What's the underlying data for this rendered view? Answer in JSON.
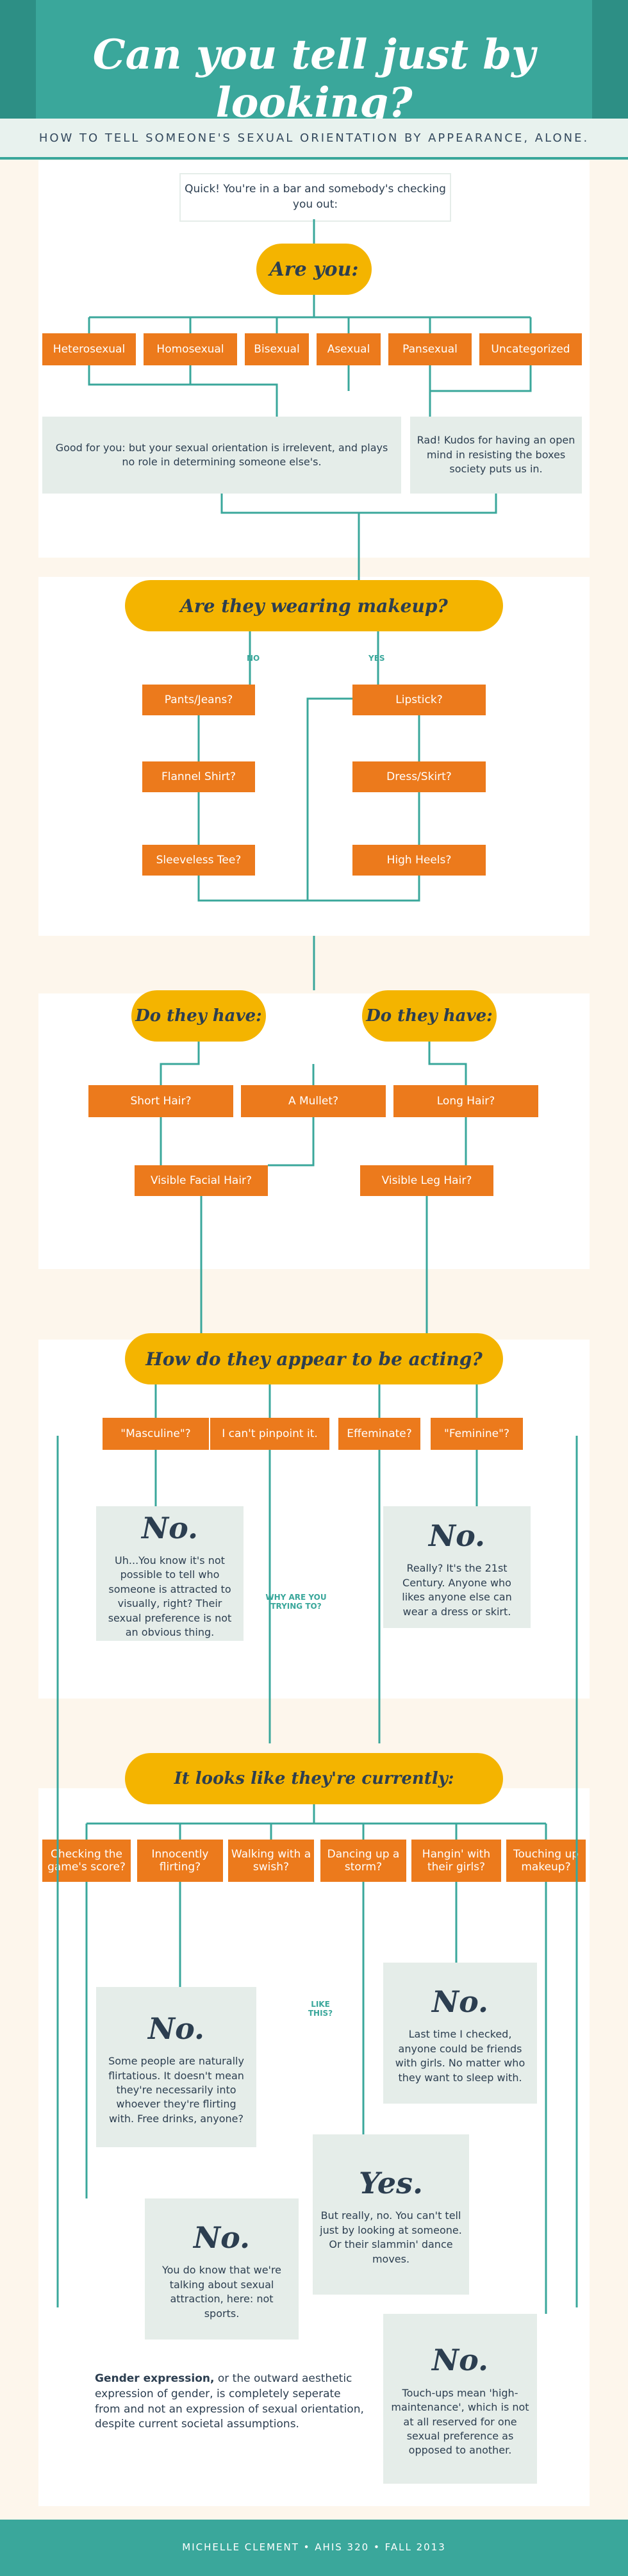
{
  "header": {
    "title": "Can you tell just by looking?",
    "subtitle": "HOW TO TELL SOMEONE'S SEXUAL ORIENTATION BY APPEARANCE, ALONE."
  },
  "intro": "Quick! You're in a bar and somebody's checking you out:",
  "q_are_you": {
    "title": "Are you:",
    "options": [
      "Heterosexual",
      "Homosexual",
      "Bisexual",
      "Asexual",
      "Pansexual",
      "Uncategorized"
    ],
    "left_note": "Good for you: but your sexual orientation is irrelevent, and plays no role in determining someone else's.",
    "right_note": "Rad! Kudos for having an open mind in resisting the boxes society puts us in."
  },
  "q_makeup": {
    "title": "Are they wearing makeup?",
    "no": "NO",
    "yes": "YES",
    "left": [
      "Pants/Jeans?",
      "Flannel Shirt?",
      "Sleeveless Tee?"
    ],
    "right": [
      "Lipstick?",
      "Dress/Skirt?",
      "High Heels?"
    ]
  },
  "q_have": {
    "title_left": "Do they have:",
    "title_right": "Do they have:",
    "options": [
      "Short Hair?",
      "A Mullet?",
      "Long Hair?"
    ],
    "facial": "Visible Facial Hair?",
    "leg": "Visible Leg Hair?"
  },
  "q_acting": {
    "title": "How do they appear to be acting?",
    "options": [
      "\"Masculine\"?",
      "I can't pinpoint it.",
      "Effeminate?",
      "\"Feminine\"?"
    ],
    "left_big": "No.",
    "left_note": "Uh...You know it's not possible to tell who someone is attracted to visually, right? Their sexual preference is not an obvious thing.",
    "mid_tag": "WHY ARE YOU TRYING TO?",
    "right_big": "No.",
    "right_note": "Really? It's the 21st Century. Anyone who likes anyone else can wear a dress or skirt."
  },
  "q_currently": {
    "title": "It looks like they're currently:",
    "options": [
      "Checking the game's score?",
      "Innocently flirting?",
      "Walking with a swish?",
      "Dancing up a storm?",
      "Hangin' with their girls?",
      "Touching up makeup?"
    ],
    "note1_big": "No.",
    "note1": "Some people are naturally flirtatious. It doesn't mean they're necessarily into whoever they're flirting with. Free drinks, anyone?",
    "note2_big": "No.",
    "note2": "Last time I checked, anyone could be friends with girls. No matter who they want to sleep with.",
    "like_this": "LIKE THIS?",
    "note3_big": "Yes.",
    "note3": "But really, no. You can't tell just by looking at someone. Or their slammin' dance moves.",
    "note4_big": "No.",
    "note4": "You do know that we're talking about sexual attraction, here: not sports.",
    "note5_big": "No.",
    "note5": "Touch-ups mean 'high-maintenance', which is not at all reserved for one sexual preference as opposed to another.",
    "gender_bold": "Gender expression,",
    "gender_text": "or the outward aesthetic expression of gender, is completely seperate from and not an expression of sexual orientation, despite current societal assumptions."
  },
  "footer": "MICHELLE CLEMENT • AHIS 320 • FALL 2013"
}
